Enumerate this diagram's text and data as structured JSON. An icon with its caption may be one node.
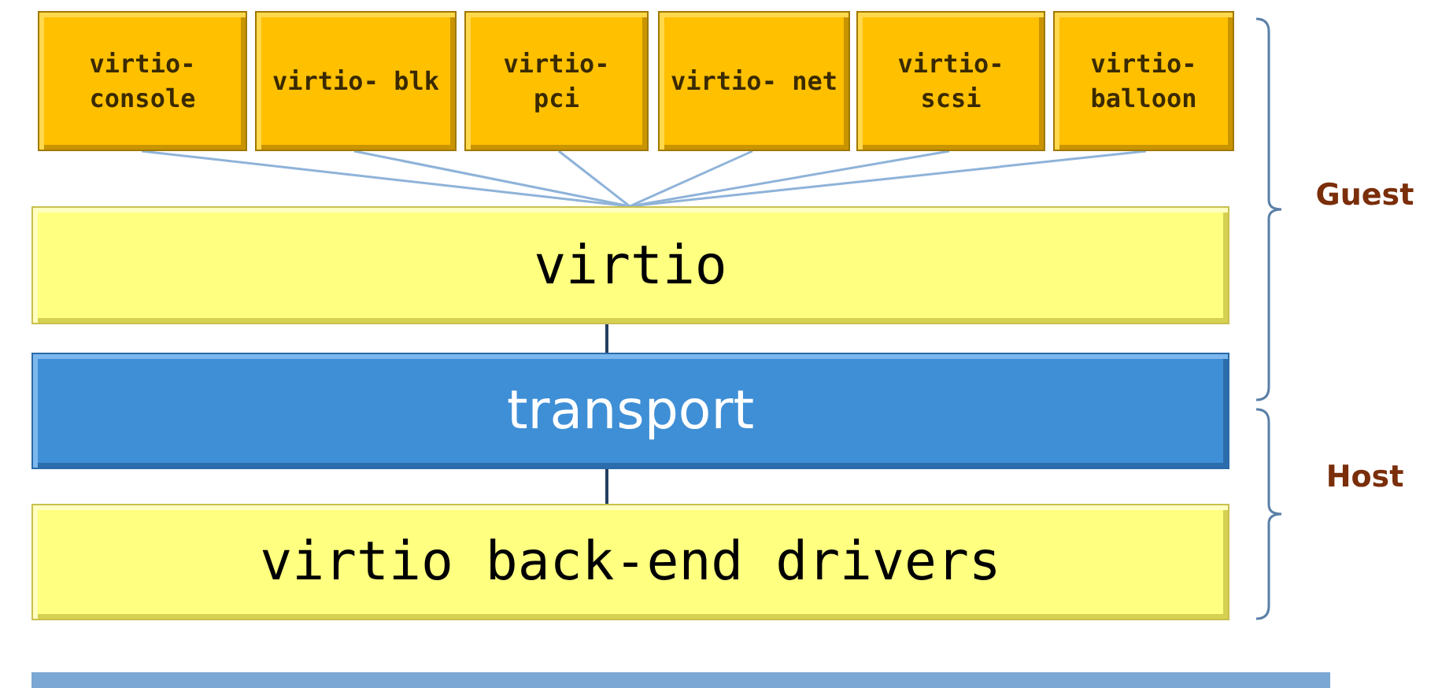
{
  "diagram": {
    "nodes": [
      {
        "text": [
          "virtio- console"
        ]
      },
      {
        "text": [
          "virtio- blk"
        ]
      },
      {
        "text": [
          "virtio- pci"
        ]
      },
      {
        "text": [
          "virtio- net"
        ]
      },
      {
        "text": [
          "virtio- scsi"
        ]
      },
      {
        "text": [
          "virtio- balloon"
        ]
      },
      {
        "text": [
          "virtio"
        ]
      },
      {
        "text": [
          "transport"
        ]
      },
      {
        "text": [
          "virtio back-end drivers"
        ]
      }
    ],
    "edges": [
      {
        "from": 0,
        "to": 6,
        "arrow": "none"
      },
      {
        "from": 1,
        "to": 6,
        "arrow": "none"
      },
      {
        "from": 2,
        "to": 6,
        "arrow": "none"
      },
      {
        "from": 3,
        "to": 6,
        "arrow": "none"
      },
      {
        "from": 4,
        "to": 6,
        "arrow": "none"
      },
      {
        "from": 5,
        "to": 6,
        "arrow": "none"
      },
      {
        "from": 6,
        "to": 7,
        "arrow": "none",
        "color": "#243f60"
      },
      {
        "from": 7,
        "to": 8,
        "arrow": "none",
        "color": "#243f60"
      }
    ],
    "labels": [
      "Guest",
      "Host"
    ]
  }
}
